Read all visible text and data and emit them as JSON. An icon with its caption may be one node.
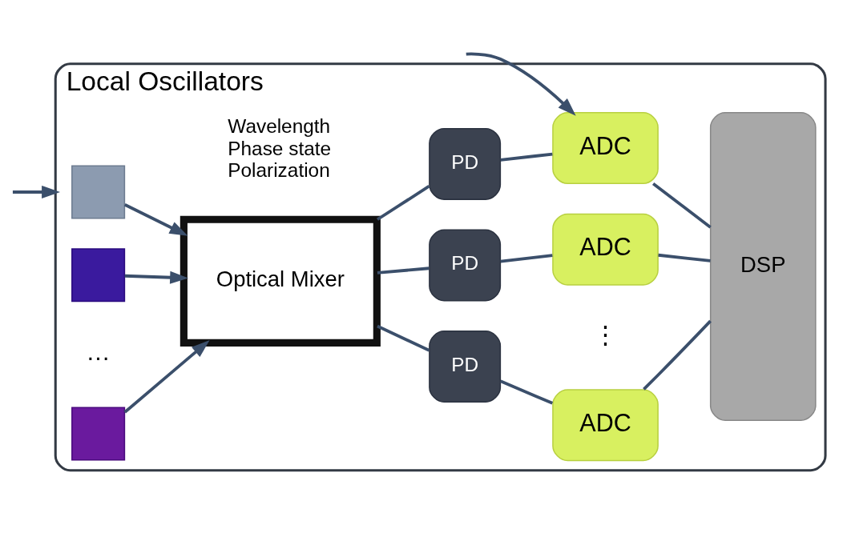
{
  "diagram": {
    "nodes": [
      {
        "text": [
          "Local Oscillators"
        ]
      },
      {
        "text": [],
        "shape": "box",
        "in": 0
      },
      {
        "text": [],
        "shape": "box",
        "in": 0
      },
      {
        "text": [],
        "shape": "box",
        "in": 0
      },
      {
        "text": [
          "Optical Mixer"
        ],
        "in": 0,
        "beside": [
          "Wavelength",
          "Phase state",
          "Polarization"
        ]
      },
      {
        "text": [
          "PD"
        ],
        "in": 0
      },
      {
        "text": [
          "PD"
        ],
        "in": 0
      },
      {
        "text": [
          "PD"
        ],
        "in": 0
      },
      {
        "text": [
          "ADC"
        ],
        "in": 0
      },
      {
        "text": [
          "ADC"
        ],
        "in": 0
      },
      {
        "text": [
          "ADC"
        ],
        "in": 0
      },
      {
        "text": [
          "DSP"
        ],
        "in": 0
      }
    ],
    "edges": [
      {
        "from": 1,
        "to": 4,
        "arrow": "to"
      },
      {
        "from": 2,
        "to": 4,
        "arrow": "to"
      },
      {
        "from": 3,
        "to": 4,
        "arrow": "to"
      },
      {
        "from": 4,
        "to": 5,
        "arrow": "none"
      },
      {
        "from": 4,
        "to": 6,
        "arrow": "none"
      },
      {
        "from": 4,
        "to": 7,
        "arrow": "none"
      },
      {
        "from": 5,
        "to": 8,
        "arrow": "none"
      },
      {
        "from": 6,
        "to": 9,
        "arrow": "none"
      },
      {
        "from": 7,
        "to": 10,
        "arrow": "none"
      },
      {
        "from": 8,
        "to": 11,
        "arrow": "none"
      },
      {
        "from": 9,
        "to": 11,
        "arrow": "none"
      },
      {
        "from": 10,
        "to": 11,
        "arrow": "none"
      },
      {
        "from": null,
        "to": 0,
        "arrow": "to"
      },
      {
        "from": null,
        "to": 10,
        "arrow": "to"
      }
    ],
    "labels": [
      "…",
      "⋮"
    ]
  }
}
